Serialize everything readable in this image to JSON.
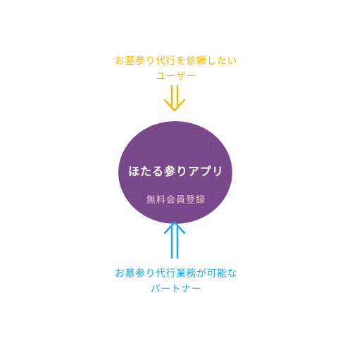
{
  "requester": {
    "line1": "お墓参り代行を依頼したい",
    "line2": "ユーザー"
  },
  "app": {
    "name": "ほたる参りアプリ",
    "action": "無料会員登録"
  },
  "partner": {
    "line1": "お墓参り代行業務が可能な",
    "line2": "パートナー"
  },
  "colors": {
    "requester": "#f5b800",
    "partner": "#1aa7e8",
    "circle": "#7b4a8c",
    "action_text": "#f6c6d6"
  },
  "icons": {
    "top_arrow": "double-arrow-down-icon",
    "bottom_arrow": "double-arrow-up-icon"
  }
}
